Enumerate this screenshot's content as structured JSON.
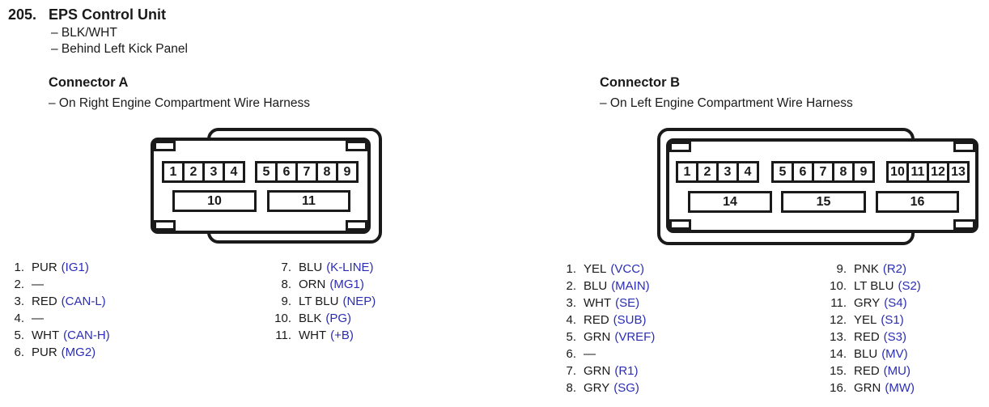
{
  "colors": {
    "ink": "#1a1a1a",
    "accent-blue": "#2b2db5"
  },
  "page": {
    "number": "205.",
    "title": "EPS Control Unit",
    "notes": [
      "– BLK/WHT",
      "– Behind Left Kick Panel"
    ]
  },
  "connector_a": {
    "label": "Connector A",
    "note": "– On Right Engine Compartment Wire Harness",
    "top_pins": [
      "1",
      "2",
      "3",
      "4",
      "5",
      "6",
      "7",
      "8",
      "9"
    ],
    "bottom_pins": [
      "10",
      "11"
    ],
    "pins_left": [
      {
        "num": "1.",
        "color": "PUR",
        "signal": "(IG1)"
      },
      {
        "num": "2.",
        "color": "—",
        "signal": ""
      },
      {
        "num": "3.",
        "color": "RED",
        "signal": "(CAN-L)"
      },
      {
        "num": "4.",
        "color": "—",
        "signal": ""
      },
      {
        "num": "5.",
        "color": "WHT",
        "signal": "(CAN-H)"
      },
      {
        "num": "6.",
        "color": "PUR",
        "signal": "(MG2)"
      }
    ],
    "pins_right": [
      {
        "num": "7.",
        "color": "BLU",
        "signal": "(K-LINE)"
      },
      {
        "num": "8.",
        "color": "ORN",
        "signal": "(MG1)"
      },
      {
        "num": "9.",
        "color": "LT BLU",
        "signal": "(NEP)"
      },
      {
        "num": "10.",
        "color": "BLK",
        "signal": "(PG)"
      },
      {
        "num": "11.",
        "color": "WHT",
        "signal": "(+B)"
      }
    ]
  },
  "connector_b": {
    "label": "Connector B",
    "note": "– On Left Engine Compartment Wire Harness",
    "top_pins": [
      "1",
      "2",
      "3",
      "4",
      "5",
      "6",
      "7",
      "8",
      "9",
      "10",
      "11",
      "12",
      "13"
    ],
    "bottom_pins": [
      "14",
      "15",
      "16"
    ],
    "pins_left": [
      {
        "num": "1.",
        "color": "YEL",
        "signal": "(VCC)"
      },
      {
        "num": "2.",
        "color": "BLU",
        "signal": "(MAIN)"
      },
      {
        "num": "3.",
        "color": "WHT",
        "signal": "(SE)"
      },
      {
        "num": "4.",
        "color": "RED",
        "signal": "(SUB)"
      },
      {
        "num": "5.",
        "color": "GRN",
        "signal": "(VREF)"
      },
      {
        "num": "6.",
        "color": "—",
        "signal": ""
      },
      {
        "num": "7.",
        "color": "GRN",
        "signal": "(R1)"
      },
      {
        "num": "8.",
        "color": "GRY",
        "signal": "(SG)"
      }
    ],
    "pins_right": [
      {
        "num": "9.",
        "color": "PNK",
        "signal": "(R2)"
      },
      {
        "num": "10.",
        "color": "LT BLU",
        "signal": "(S2)"
      },
      {
        "num": "11.",
        "color": "GRY",
        "signal": "(S4)"
      },
      {
        "num": "12.",
        "color": "YEL",
        "signal": "(S1)"
      },
      {
        "num": "13.",
        "color": "RED",
        "signal": "(S3)"
      },
      {
        "num": "14.",
        "color": "BLU",
        "signal": "(MV)"
      },
      {
        "num": "15.",
        "color": "RED",
        "signal": "(MU)"
      },
      {
        "num": "16.",
        "color": "GRN",
        "signal": "(MW)"
      }
    ]
  }
}
